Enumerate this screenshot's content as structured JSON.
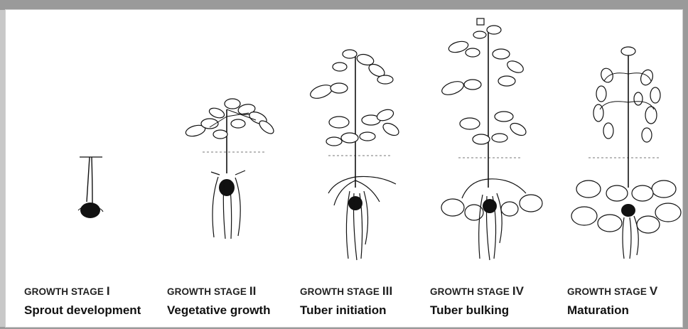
{
  "stages": [
    {
      "prefix": "GROWTH STAGE",
      "numeral": "I",
      "description": "Sprout development"
    },
    {
      "prefix": "GROWTH STAGE",
      "numeral": "II",
      "description": "Vegetative growth"
    },
    {
      "prefix": "GROWTH STAGE",
      "numeral": "III",
      "description": "Tuber initiation"
    },
    {
      "prefix": "GROWTH STAGE",
      "numeral": "IV",
      "description": "Tuber bulking"
    },
    {
      "prefix": "GROWTH STAGE",
      "numeral": "V",
      "description": "Maturation"
    }
  ],
  "colors": {
    "ink": "#111111",
    "paper": "#ffffff",
    "border": "#9a9a9a"
  }
}
